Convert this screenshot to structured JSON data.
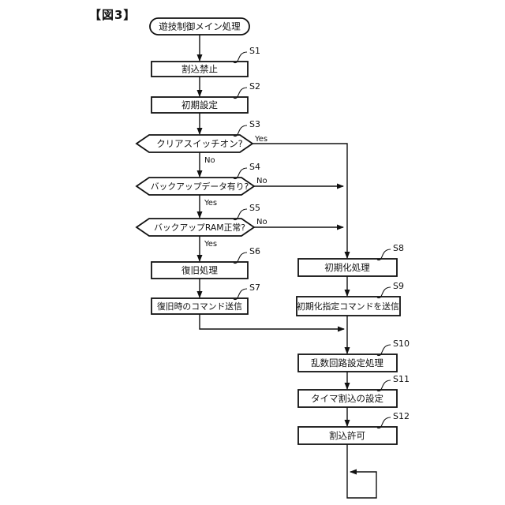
{
  "figure_label": "【図3】",
  "flow": {
    "nodes": {
      "start": {
        "label": "遊技制御メイン処理"
      },
      "s1": {
        "id": "S1",
        "label": "割込禁止"
      },
      "s2": {
        "id": "S2",
        "label": "初期設定"
      },
      "s3": {
        "id": "S3",
        "label": "クリアスイッチオン?"
      },
      "s4": {
        "id": "S4",
        "label": "バックアップデータ有り?"
      },
      "s5": {
        "id": "S5",
        "label": "バックアップRAM正常?"
      },
      "s6": {
        "id": "S6",
        "label": "復旧処理"
      },
      "s7": {
        "id": "S7",
        "label": "復旧時のコマンド送信"
      },
      "s8": {
        "id": "S8",
        "label": "初期化処理"
      },
      "s9": {
        "id": "S9",
        "label": "初期化指定コマンドを送信"
      },
      "s10": {
        "id": "S10",
        "label": "乱数回路設定処理"
      },
      "s11": {
        "id": "S11",
        "label": "タイマ割込の設定"
      },
      "s12": {
        "id": "S12",
        "label": "割込許可"
      }
    },
    "branches": {
      "yes": "Yes",
      "no": "No"
    },
    "colors": {
      "line": "#111111",
      "background": "#ffffff"
    }
  }
}
